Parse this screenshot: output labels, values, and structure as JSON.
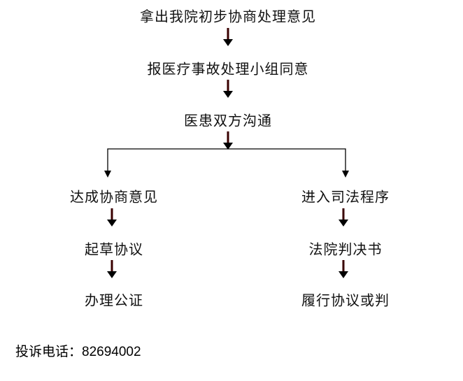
{
  "steps": {
    "s1": "拿出我院初步协商处理意见",
    "s2": "报医疗事故处理小组同意",
    "s3": "医患双方沟通"
  },
  "left": {
    "s1": "达成协商意见",
    "s2": "起草协议",
    "s3": "办理公证"
  },
  "right": {
    "s1": "进入司法程序",
    "s2": "法院判决书",
    "s3": "履行协议或判"
  },
  "footer": {
    "label": "投诉电话：",
    "phone": "82694002"
  },
  "colors": {
    "arrow": "#5a0000",
    "line": "#000000"
  }
}
